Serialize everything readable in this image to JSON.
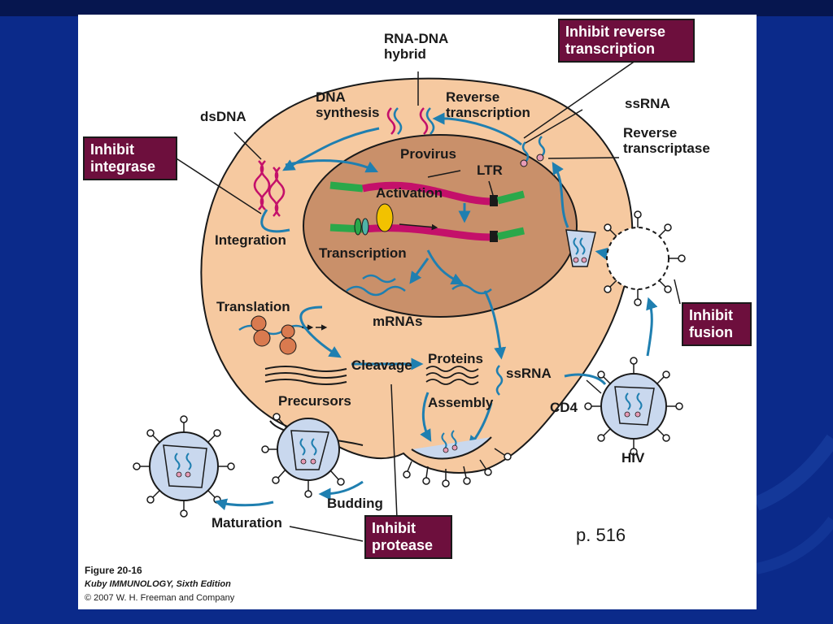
{
  "labels": {
    "rna_dna_hybrid": [
      "RNA-DNA",
      "hybrid"
    ],
    "dna_synthesis": [
      "DNA",
      "synthesis"
    ],
    "reverse_transcription": [
      "Reverse",
      "transcription"
    ],
    "dsdna": "dsDNA",
    "ssrna_top": "ssRNA",
    "reverse_transcriptase": [
      "Reverse",
      "transcriptase"
    ],
    "provirus": "Provirus",
    "ltr": "LTR",
    "activation": "Activation",
    "integration": "Integration",
    "transcription": "Transcription",
    "translation": "Translation",
    "mrnas": "mRNAs",
    "cleavage": "Cleavage",
    "proteins": "Proteins",
    "ssrna_lower": "ssRNA",
    "precursors": "Precursors",
    "assembly": "Assembly",
    "cd4": "CD4",
    "hiv": "HIV",
    "budding": "Budding",
    "maturation": "Maturation"
  },
  "inhibitor_boxes": {
    "reverse_transcription": [
      "Inhibit reverse",
      "transcription"
    ],
    "integrase": [
      "Inhibit",
      "integrase"
    ],
    "fusion": [
      "Inhibit",
      "fusion"
    ],
    "protease": [
      "Inhibit",
      "protease"
    ]
  },
  "caption": {
    "figure": "Figure 20-16",
    "book": "Kuby IMMUNOLOGY, Sixth Edition",
    "copyright": "© 2007 W. H. Freeman and Company"
  },
  "page_reference": "p. 516",
  "colors": {
    "slide_background": "#0b2a8a",
    "cell": "#f6c9a0",
    "nucleus": "#c9906a",
    "arrow": "#1f7fb0",
    "inhibitor_box": "#6d0f3d",
    "provirus_dna": "#c4106a",
    "ltr_green": "#2aa84a"
  }
}
